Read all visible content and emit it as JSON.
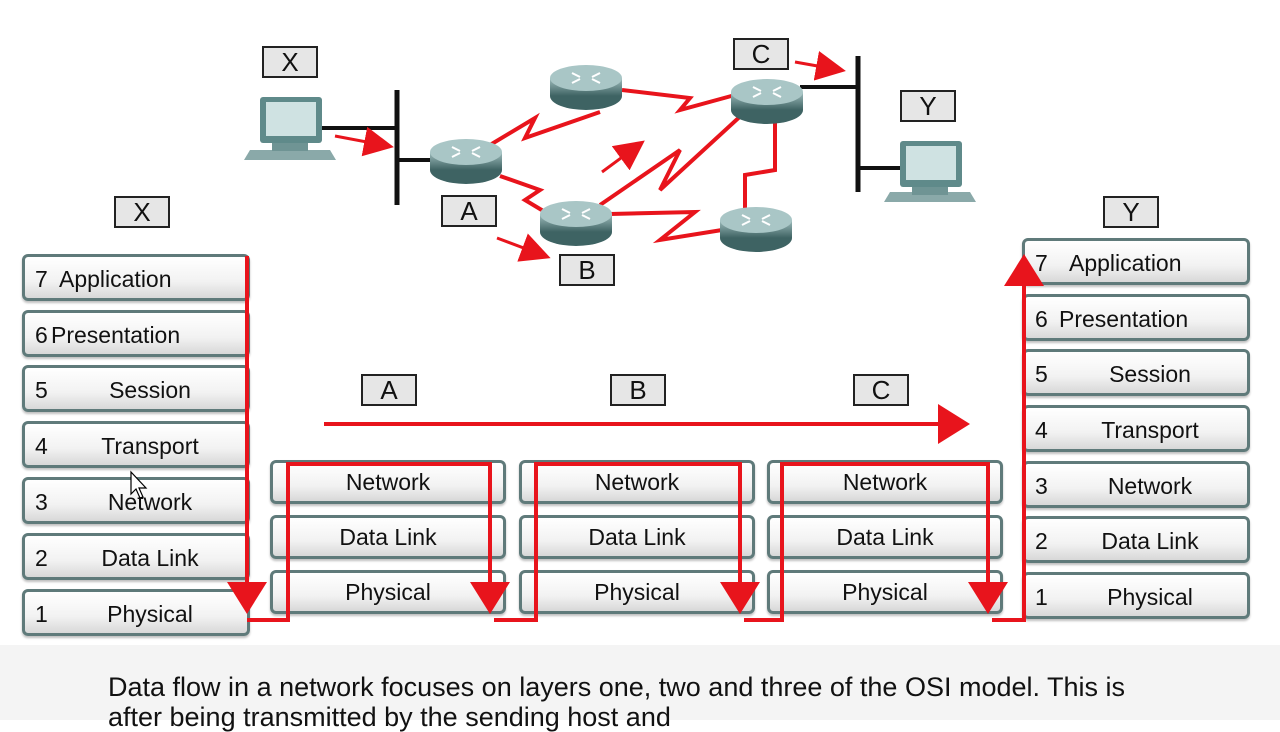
{
  "network": {
    "host_x_label": "X",
    "host_y_label": "Y",
    "router_a_label": "A",
    "router_b_label": "B",
    "router_c_label": "C"
  },
  "stacks": {
    "left_label": "X",
    "right_label": "Y",
    "layers": [
      {
        "num": "7",
        "name": "Application"
      },
      {
        "num": "6",
        "name": "Presentation"
      },
      {
        "num": "5",
        "name": "Session"
      },
      {
        "num": "4",
        "name": "Transport"
      },
      {
        "num": "3",
        "name": "Network"
      },
      {
        "num": "2",
        "name": "Data Link"
      },
      {
        "num": "1",
        "name": "Physical"
      }
    ]
  },
  "routers": [
    {
      "label": "A",
      "layers": [
        "Network",
        "Data Link",
        "Physical"
      ]
    },
    {
      "label": "B",
      "layers": [
        "Network",
        "Data Link",
        "Physical"
      ]
    },
    {
      "label": "C",
      "layers": [
        "Network",
        "Data Link",
        "Physical"
      ]
    }
  ],
  "caption": "Data flow in a network focuses on layers one, two and three of the OSI model. This is after being transmitted by the sending host and",
  "colors": {
    "flow": "#e8141c",
    "router": "#4f7777",
    "box_border": "#5f7a7a"
  }
}
